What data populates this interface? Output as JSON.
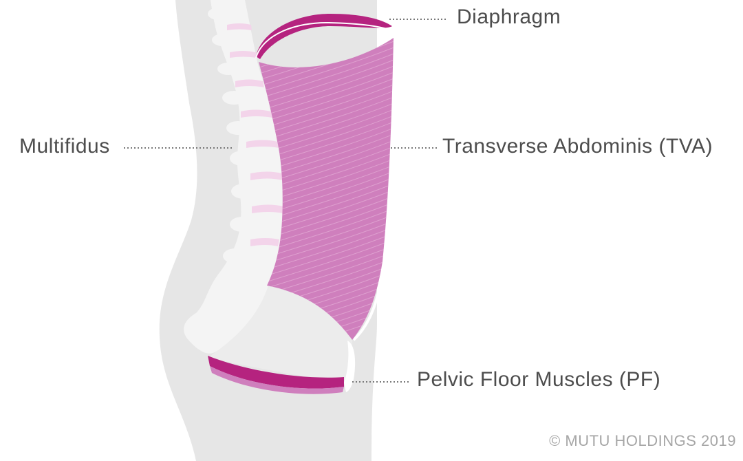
{
  "labels": {
    "diaphragm": "Diaphragm",
    "multifidus": "Multifidus",
    "tva": "Transverse Abdominis (TVA)",
    "pelvic_floor": "Pelvic Floor Muscles (PF)"
  },
  "copyright": "© MUTU HOLDINGS 2019",
  "colors": {
    "body": "#e6e6e6",
    "spine": "#f4f4f4",
    "discs": "#f3d4ea",
    "tva_muscle": "#cf7fbd",
    "diaphragm_band": "#b5237f",
    "leader_lines": "#777777",
    "text": "#4d4d4d",
    "copyright": "#a6a6a6"
  }
}
